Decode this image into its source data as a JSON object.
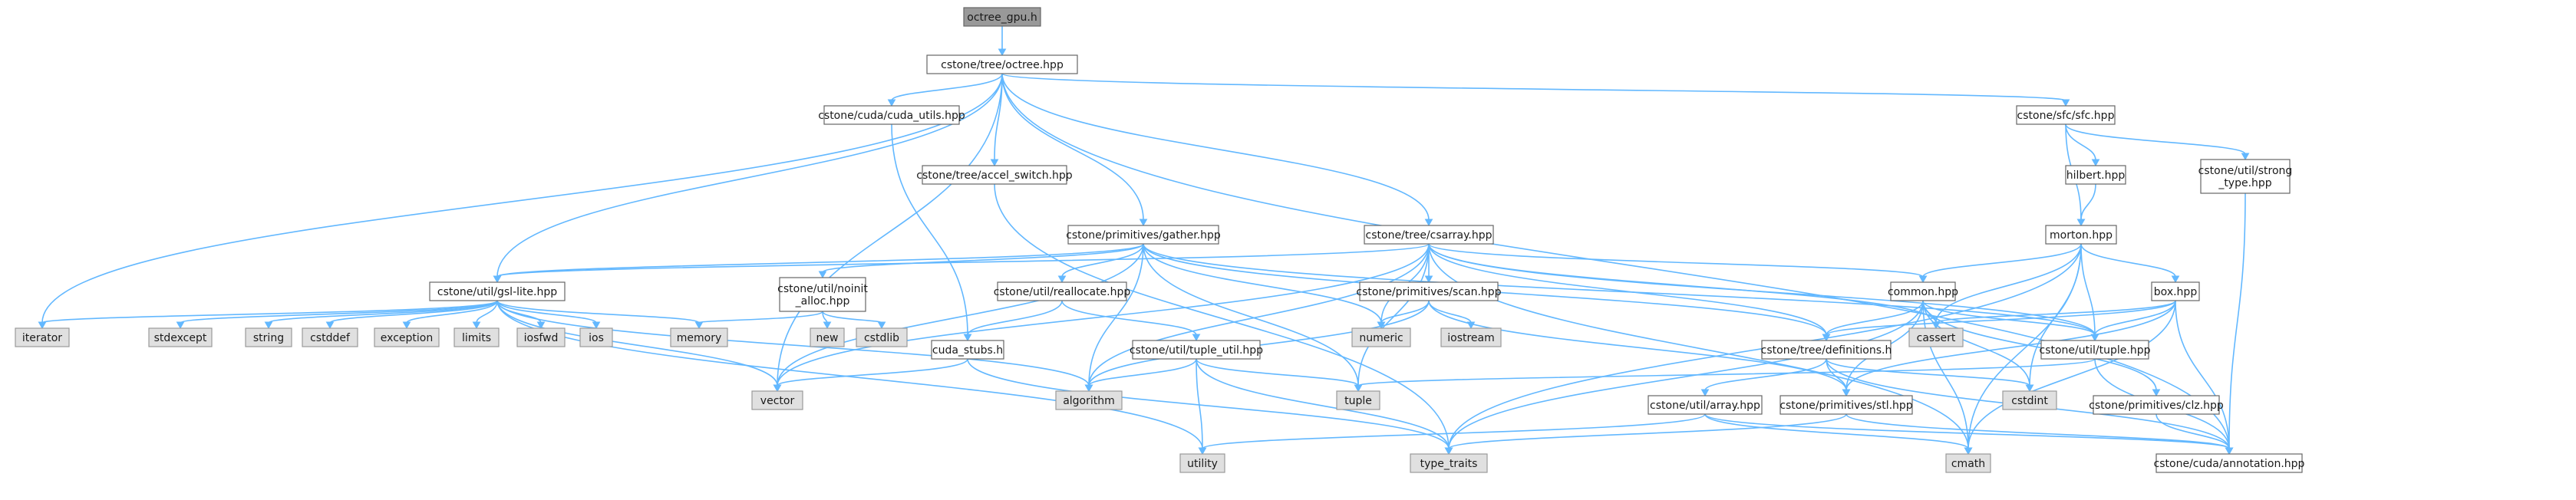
{
  "graph": {
    "nodes": [
      {
        "id": "root",
        "label": "octree_gpu.h",
        "kind": "root"
      },
      {
        "id": "octree",
        "label": "cstone/tree/octree.hpp",
        "kind": "doc"
      },
      {
        "id": "cuda_utils",
        "label": "cstone/cuda/cuda_utils.hpp",
        "kind": "doc"
      },
      {
        "id": "accel_switch",
        "label": "cstone/tree/accel_switch.hpp",
        "kind": "doc"
      },
      {
        "id": "sfc",
        "label": "cstone/sfc/sfc.hpp",
        "kind": "doc"
      },
      {
        "id": "hilbert",
        "label": "hilbert.hpp",
        "kind": "doc"
      },
      {
        "id": "strong_type",
        "label": "cstone/util/strong\n_type.hpp",
        "kind": "doc"
      },
      {
        "id": "morton",
        "label": "morton.hpp",
        "kind": "doc"
      },
      {
        "id": "gather",
        "label": "cstone/primitives/gather.hpp",
        "kind": "doc"
      },
      {
        "id": "csarray",
        "label": "cstone/tree/csarray.hpp",
        "kind": "doc"
      },
      {
        "id": "gsl_lite",
        "label": "cstone/util/gsl-lite.hpp",
        "kind": "doc"
      },
      {
        "id": "noinit",
        "label": "cstone/util/noinit\n_alloc.hpp",
        "kind": "doc"
      },
      {
        "id": "reallocate",
        "label": "cstone/util/reallocate.hpp",
        "kind": "doc"
      },
      {
        "id": "scan",
        "label": "cstone/primitives/scan.hpp",
        "kind": "doc"
      },
      {
        "id": "common",
        "label": "common.hpp",
        "kind": "doc"
      },
      {
        "id": "box",
        "label": "box.hpp",
        "kind": "doc"
      },
      {
        "id": "definitions",
        "label": "cstone/tree/definitions.h",
        "kind": "doc"
      },
      {
        "id": "tuple_hpp",
        "label": "cstone/util/tuple.hpp",
        "kind": "doc"
      },
      {
        "id": "cuda_stubs",
        "label": "cuda_stubs.h",
        "kind": "doc"
      },
      {
        "id": "tuple_util",
        "label": "cstone/util/tuple_util.hpp",
        "kind": "doc"
      },
      {
        "id": "array_hpp",
        "label": "cstone/util/array.hpp",
        "kind": "doc"
      },
      {
        "id": "stl",
        "label": "cstone/primitives/stl.hpp",
        "kind": "doc"
      },
      {
        "id": "clz",
        "label": "cstone/primitives/clz.hpp",
        "kind": "doc"
      },
      {
        "id": "annotation",
        "label": "cstone/cuda/annotation.hpp",
        "kind": "doc"
      },
      {
        "id": "iterator",
        "label": "iterator",
        "kind": "sys"
      },
      {
        "id": "stdexcept",
        "label": "stdexcept",
        "kind": "sys"
      },
      {
        "id": "string",
        "label": "string",
        "kind": "sys"
      },
      {
        "id": "cstddef",
        "label": "cstddef",
        "kind": "sys"
      },
      {
        "id": "exception",
        "label": "exception",
        "kind": "sys"
      },
      {
        "id": "limits",
        "label": "limits",
        "kind": "sys"
      },
      {
        "id": "iosfwd",
        "label": "iosfwd",
        "kind": "sys"
      },
      {
        "id": "ios",
        "label": "ios",
        "kind": "sys"
      },
      {
        "id": "memory",
        "label": "memory",
        "kind": "sys"
      },
      {
        "id": "new",
        "label": "new",
        "kind": "sys"
      },
      {
        "id": "cstdlib",
        "label": "cstdlib",
        "kind": "sys"
      },
      {
        "id": "numeric",
        "label": "numeric",
        "kind": "sys"
      },
      {
        "id": "iostream",
        "label": "iostream",
        "kind": "sys"
      },
      {
        "id": "cassert",
        "label": "cassert",
        "kind": "sys"
      },
      {
        "id": "vector",
        "label": "vector",
        "kind": "sys"
      },
      {
        "id": "algorithm",
        "label": "algorithm",
        "kind": "sys"
      },
      {
        "id": "tuple",
        "label": "tuple",
        "kind": "sys"
      },
      {
        "id": "cstdint",
        "label": "cstdint",
        "kind": "sys"
      },
      {
        "id": "utility",
        "label": "utility",
        "kind": "sys"
      },
      {
        "id": "type_traits",
        "label": "type_traits",
        "kind": "sys"
      },
      {
        "id": "cmath",
        "label": "cmath",
        "kind": "sys"
      }
    ],
    "edges": [
      [
        "root",
        "octree"
      ],
      [
        "octree",
        "cuda_utils"
      ],
      [
        "octree",
        "accel_switch"
      ],
      [
        "octree",
        "sfc"
      ],
      [
        "octree",
        "gather"
      ],
      [
        "octree",
        "csarray"
      ],
      [
        "octree",
        "gsl_lite"
      ],
      [
        "octree",
        "iterator"
      ],
      [
        "octree",
        "vector"
      ],
      [
        "octree",
        "annotation"
      ],
      [
        "cuda_utils",
        "cuda_stubs"
      ],
      [
        "accel_switch",
        "type_traits"
      ],
      [
        "sfc",
        "hilbert"
      ],
      [
        "sfc",
        "strong_type"
      ],
      [
        "sfc",
        "morton"
      ],
      [
        "hilbert",
        "morton"
      ],
      [
        "strong_type",
        "annotation"
      ],
      [
        "morton",
        "common"
      ],
      [
        "morton",
        "box"
      ],
      [
        "morton",
        "cassert"
      ],
      [
        "morton",
        "tuple_hpp"
      ],
      [
        "morton",
        "cmath"
      ],
      [
        "morton",
        "cstdint"
      ],
      [
        "morton",
        "type_traits"
      ],
      [
        "gather",
        "gsl_lite"
      ],
      [
        "gather",
        "noinit"
      ],
      [
        "gather",
        "reallocate"
      ],
      [
        "gather",
        "vector"
      ],
      [
        "gather",
        "algorithm"
      ],
      [
        "gather",
        "numeric"
      ],
      [
        "gather",
        "tuple"
      ],
      [
        "gather",
        "definitions"
      ],
      [
        "gather",
        "tuple_hpp"
      ],
      [
        "csarray",
        "gsl_lite"
      ],
      [
        "csarray",
        "scan"
      ],
      [
        "csarray",
        "common"
      ],
      [
        "csarray",
        "definitions"
      ],
      [
        "csarray",
        "vector"
      ],
      [
        "csarray",
        "algorithm"
      ],
      [
        "csarray",
        "numeric"
      ],
      [
        "csarray",
        "tuple"
      ],
      [
        "csarray",
        "cassert"
      ],
      [
        "csarray",
        "cmath"
      ],
      [
        "csarray",
        "tuple_hpp"
      ],
      [
        "gsl_lite",
        "iterator"
      ],
      [
        "gsl_lite",
        "stdexcept"
      ],
      [
        "gsl_lite",
        "string"
      ],
      [
        "gsl_lite",
        "cstddef"
      ],
      [
        "gsl_lite",
        "exception"
      ],
      [
        "gsl_lite",
        "limits"
      ],
      [
        "gsl_lite",
        "iosfwd"
      ],
      [
        "gsl_lite",
        "ios"
      ],
      [
        "gsl_lite",
        "memory"
      ],
      [
        "gsl_lite",
        "vector"
      ],
      [
        "gsl_lite",
        "algorithm"
      ],
      [
        "gsl_lite",
        "utility"
      ],
      [
        "noinit",
        "memory"
      ],
      [
        "noinit",
        "new"
      ],
      [
        "noinit",
        "cstdlib"
      ],
      [
        "reallocate",
        "cuda_stubs"
      ],
      [
        "reallocate",
        "tuple_util"
      ],
      [
        "scan",
        "numeric"
      ],
      [
        "scan",
        "iostream"
      ],
      [
        "scan",
        "algorithm"
      ],
      [
        "scan",
        "stl"
      ],
      [
        "common",
        "definitions"
      ],
      [
        "common",
        "cassert"
      ],
      [
        "common",
        "tuple_hpp"
      ],
      [
        "common",
        "stl"
      ],
      [
        "common",
        "clz"
      ],
      [
        "common",
        "cstdint"
      ],
      [
        "common",
        "cmath"
      ],
      [
        "common",
        "type_traits"
      ],
      [
        "box",
        "cassert"
      ],
      [
        "box",
        "definitions"
      ],
      [
        "box",
        "tuple_hpp"
      ],
      [
        "box",
        "stl"
      ],
      [
        "box",
        "annotation"
      ],
      [
        "box",
        "cmath"
      ],
      [
        "definitions",
        "array_hpp"
      ],
      [
        "definitions",
        "stl"
      ],
      [
        "definitions",
        "cstdint"
      ],
      [
        "definitions",
        "annotation"
      ],
      [
        "tuple_hpp",
        "tuple"
      ],
      [
        "tuple_hpp",
        "annotation"
      ],
      [
        "cuda_stubs",
        "vector"
      ],
      [
        "cuda_stubs",
        "type_traits"
      ],
      [
        "tuple_util",
        "algorithm"
      ],
      [
        "tuple_util",
        "tuple"
      ],
      [
        "tuple_util",
        "utility"
      ],
      [
        "tuple_util",
        "type_traits"
      ],
      [
        "array_hpp",
        "utility"
      ],
      [
        "array_hpp",
        "cmath"
      ],
      [
        "array_hpp",
        "annotation"
      ],
      [
        "stl",
        "type_traits"
      ],
      [
        "stl",
        "annotation"
      ],
      [
        "clz",
        "annotation"
      ]
    ]
  }
}
